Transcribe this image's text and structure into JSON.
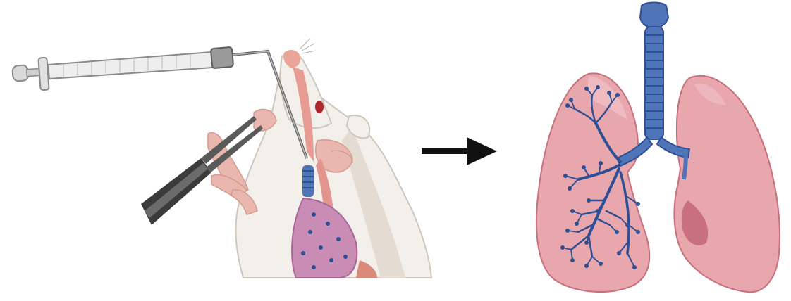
{
  "figure": {
    "panels": [
      {
        "id": "procedure",
        "icon": "mouse-intratracheal-instillation-illustration"
      },
      {
        "id": "result",
        "icon": "lungs-bronchial-tree-illustration"
      }
    ],
    "arrow_icon": "right-arrow-icon",
    "colors": {
      "airway_blue": "#4f74b8",
      "airway_dark": "#2e4f94",
      "lung_pink": "#e8a6ad",
      "lung_pink_light": "#f2c3c8",
      "lung_shadow": "#c8707d",
      "fur_white": "#f3efea",
      "fur_shadow": "#d9d1c8",
      "skin_pink": "#e9a59a",
      "syringe_gray": "#cfcfcf",
      "forceps_dark": "#3b3b3b",
      "arrow_black": "#111111"
    }
  }
}
